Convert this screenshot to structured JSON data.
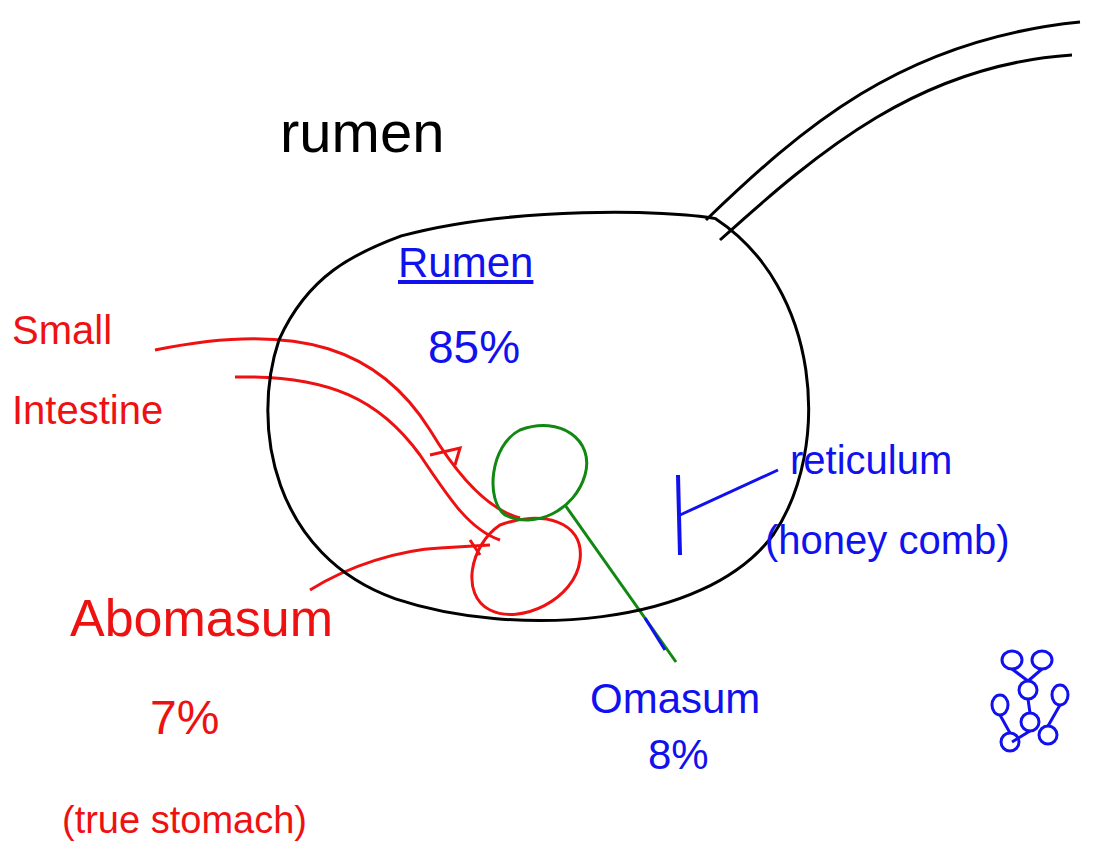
{
  "diagram": {
    "title": "rumen",
    "nodes": [
      {
        "text": [
          "Rumen",
          "85%"
        ]
      }
    ],
    "labels": [
      "Small Intestine",
      "Abomasum",
      "7%",
      "(true stomach)",
      "reticulum",
      "(honey comb)",
      "Omasum",
      "8%"
    ]
  }
}
